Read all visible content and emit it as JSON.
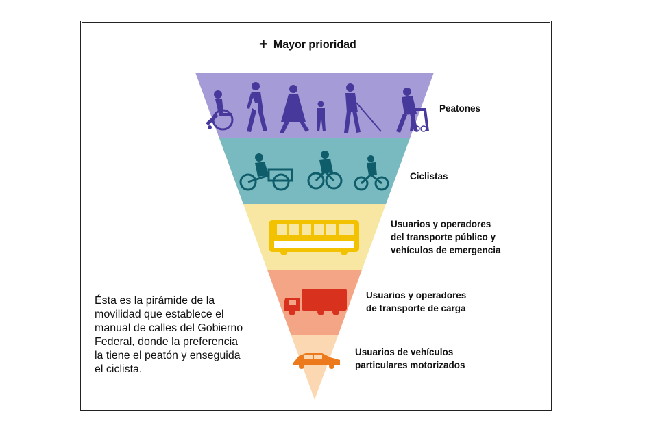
{
  "header": {
    "plus_symbol": "+",
    "title": "Mayor prioridad"
  },
  "levels": [
    {
      "lines": [
        "Peatones"
      ],
      "color": "#a59bd6",
      "icon": "pedestrians-icon"
    },
    {
      "lines": [
        "Ciclistas"
      ],
      "color": "#79b9c0",
      "icon": "cyclists-icon"
    },
    {
      "lines": [
        "Usuarios y operadores",
        "del transporte público y",
        "vehículos de emergencia"
      ],
      "color": "#f8e7a2",
      "icon": "bus-icon"
    },
    {
      "lines": [
        "Usuarios y operadores",
        "de transporte de carga"
      ],
      "color": "#f4a585",
      "icon": "garbage-truck-icon"
    },
    {
      "lines": [
        "Usuarios de vehículos",
        "particulares motorizados"
      ],
      "color": "#fbd8b2",
      "icon": "car-icon"
    }
  ],
  "icon_colors": {
    "pedestrians": "#47399c",
    "cyclists": "#0f5c6a",
    "bus": "#f2c200",
    "truck": "#d8321f",
    "car": "#ec7a1c"
  },
  "caption": {
    "lines": [
      "Ésta es la pirámide de la",
      "movilidad que establece el",
      "manual de calles del Gobierno",
      "Federal, donde la preferencia",
      "la tiene el peatón y enseguida",
      "el ciclista."
    ]
  }
}
